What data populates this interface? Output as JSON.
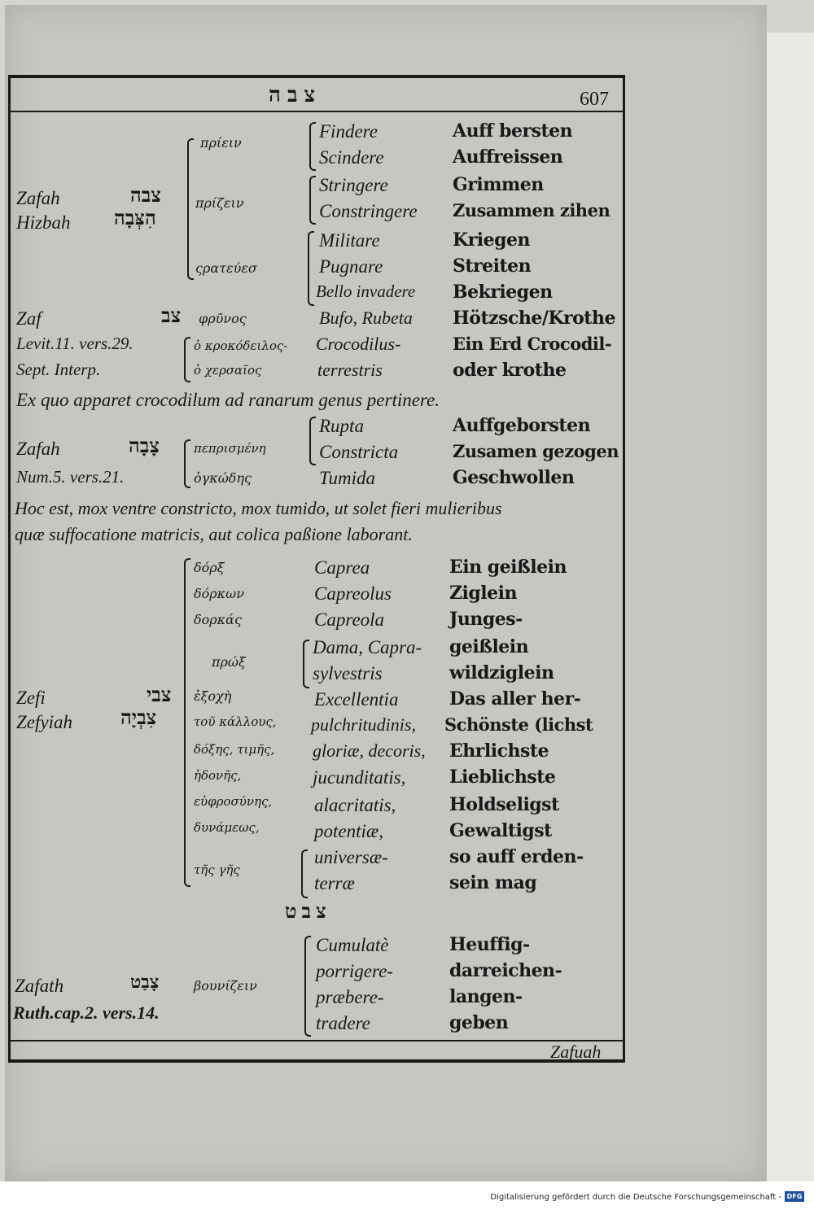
{
  "header": {
    "hebrew_root": "צבה",
    "page_number": "607"
  },
  "entries": {
    "zafah": {
      "translit": [
        "Zafah",
        "Hizbah"
      ],
      "hebrew": [
        "צבה",
        "הִצְּבָה"
      ],
      "greek": [
        "πρίειν",
        "πρίζειν",
        "ςρατεύεσ"
      ],
      "latin": [
        "Findere",
        "Scindere",
        "Stringere",
        "Constringere",
        "Militare",
        "Pugnare",
        "Bello invadere"
      ],
      "german": [
        "Auff bersten",
        "Auffreissen",
        "Grimmen",
        "Zusammen zihen",
        "Kriegen",
        "Streiten",
        "Bekriegen"
      ]
    },
    "zaf": {
      "translit": [
        "Zaf",
        "Levit.11. vers.29.",
        "Sept. Interp."
      ],
      "hebrew": "צב",
      "greek": [
        "φρῦνος",
        "ὁ κροκόδειλος-",
        "ὁ χερσαῖος"
      ],
      "latin": [
        "Bufo, Rubeta",
        "Crocodilus-",
        "terrestris"
      ],
      "german": [
        "Hötzsche/Krothe",
        "Ein Erd Crocodil-",
        "oder krothe"
      ],
      "note": "Ex quo apparet crocodilum ad ranarum genus pertinere."
    },
    "zafah2": {
      "translit": [
        "Zafah",
        "Num.5. vers.21."
      ],
      "hebrew": "צָבָה",
      "greek": [
        "πεπρισμένη",
        "ὀγκώδης"
      ],
      "latin": [
        "Rupta",
        "Constricta",
        "Tumida"
      ],
      "german": [
        "Auffgeborsten",
        "Zusamen gezogen",
        "Geschwollen"
      ],
      "note": [
        "Hoc est, mox ventre constricto, mox tumido, ut solet fieri mulieribus",
        "quæ suffocatione matricis, aut colica paßione laborant."
      ]
    },
    "zefi": {
      "translit": [
        "Zefi",
        "Zefyiah"
      ],
      "hebrew": [
        "צבי",
        "צִבְיָה"
      ],
      "greek": [
        "δόρξ",
        "δόρκων",
        "δορκάς",
        "πρώξ",
        "ἐξοχὴ",
        "τοῦ κάλλους,",
        "δόξης, τιμῆς,",
        "ἡδονῆς,",
        "εὐφροσύνης,",
        "δυνάμεως,",
        "τῆς γῆς"
      ],
      "latin": [
        "Caprea",
        "Capreolus",
        "Capreola",
        "Dama, Capra-",
        "sylvestris",
        "Excellentia",
        "pulchritudinis,",
        "gloriæ, decoris,",
        "jucunditatis,",
        "alacritatis,",
        "potentiæ,",
        "universæ-",
        "terræ"
      ],
      "german": [
        "Ein geißlein",
        "Ziglein",
        "Junges-",
        "geißlein",
        "wildziglein",
        "Das aller her-",
        "Schönste (lichst",
        "Ehrlichste",
        "Lieblichste",
        "Holdseligst",
        "Gewaltigst",
        "so auff erden-",
        "sein mag"
      ]
    },
    "section2_root": "צבט",
    "zafath": {
      "translit": [
        "Zafath",
        "Ruth.cap.2. vers.14."
      ],
      "hebrew": "צָבַט",
      "greek": "βουνίζειν",
      "latin": [
        "Cumulatè",
        "porrigere-",
        "præbere-",
        "tradere"
      ],
      "german": [
        "Heuffig-",
        "darreichen-",
        "langen-",
        "geben"
      ]
    }
  },
  "catchword": "Zafuah",
  "footer": {
    "credit": "Digitalisierung gefördert durch die Deutsche Forschungsgemeinschaft -",
    "logo": "DFG"
  }
}
